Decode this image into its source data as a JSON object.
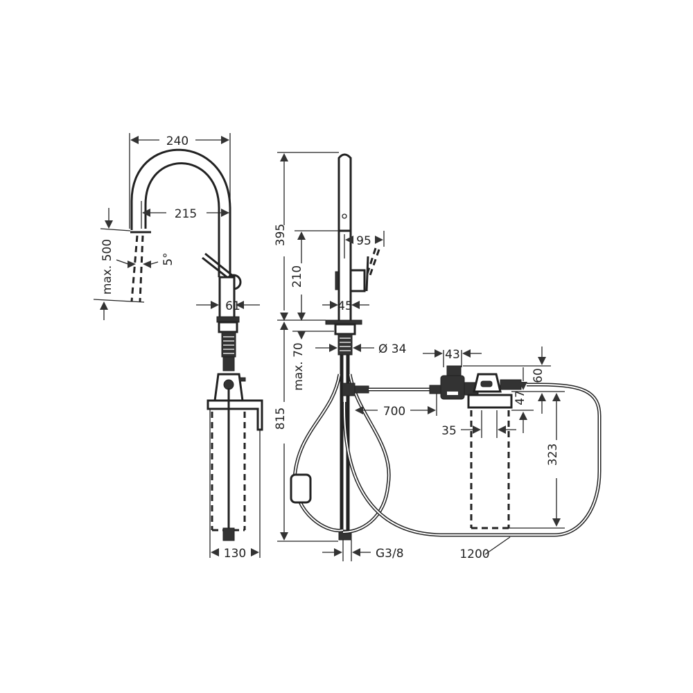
{
  "drawing": {
    "type": "technical dimension drawing",
    "subject": "pull-out kitchen faucet with hose and filter unit",
    "units": "mm",
    "left_view": {
      "dims": {
        "spout_width": "240",
        "spout_reach": "215",
        "pull_out": "max. 500",
        "spray_angle": "5°",
        "body_diameter": "61",
        "box_width": "130"
      }
    },
    "right_view": {
      "dims": {
        "height_above_deck": "395",
        "lever_height": "210",
        "lever_reach": "95",
        "body_width": "45",
        "deck_thickness": "max. 70",
        "thread_diameter": "Ø 34",
        "hose_length_connector": "700",
        "depth_below_deck": "815",
        "connection": "G3/8",
        "valve_width": "43",
        "filter_offset": "60",
        "filter_head": "47",
        "filter_spacing": "35",
        "filter_height": "323",
        "hose_length": "1200"
      }
    }
  }
}
